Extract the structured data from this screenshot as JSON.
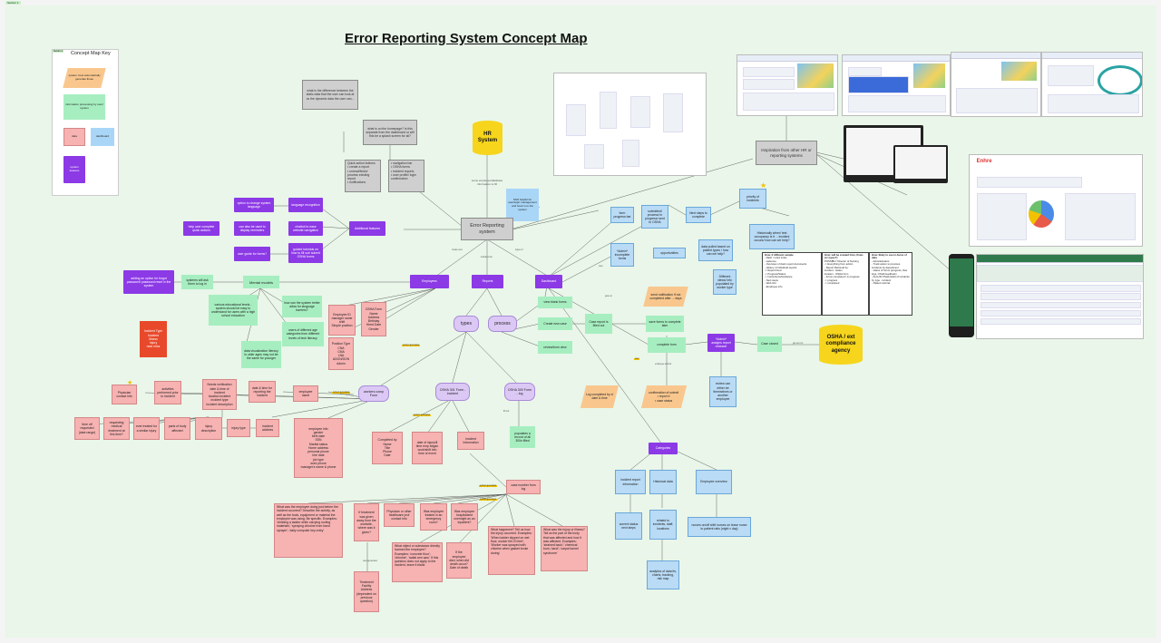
{
  "board_tag": "Section 1",
  "title": "Error Reporting System Concept Map",
  "legend": {
    "tag": "Section 1",
    "title": "Concept Map Key",
    "items": [
      {
        "text": "system must automatically generate these",
        "kind": "orange"
      },
      {
        "text": "information processing by user/ system",
        "kind": "green"
      },
      {
        "text": "data",
        "kind": "pink"
      },
      {
        "text": "dashboard",
        "kind": "blue"
      },
      {
        "text": "system features",
        "kind": "purple"
      }
    ]
  },
  "nodes": {
    "hr_system": "HR System",
    "error_system": "Error Reporting system",
    "inspiration": "Inspiration from other HR or reporting systems",
    "osha_agency": "OSHA / ext compliance agency",
    "q_static_data": "what is the difference between the static data that the user can look at vs the dynamic data the user can...",
    "q_homepage": "what is on the homepage? Is this separate from the dashboard or will this be a splash screen for all?",
    "quick_actions": "Quick action buttons\n• create a report\n• unread/finish/ process existing report\n• notifications",
    "nav_bar": "• navigation bar\n• OSHA forms\n• incident reports\n• user profile/ login confirmation",
    "sso_note": "SSO helpful for user/login management and hook in to the system",
    "employee_info_note": "some employee/database information to fill",
    "change_language": "option to change system language",
    "language_recognition": "language recognition",
    "help_quick": "help user complete quick actions",
    "reminders": "can also be used to display reminders",
    "chatbot": "chatbot to ease website navigation",
    "additional_features": "Additional features",
    "user_guide": "user guide for forms?",
    "guided_tutorials": "guided tutorials on how to fill out/ submit OSHA forms",
    "forgot_password": "adding an option for forgot password/ password reset in the system",
    "system_ask": "systems will ask them to log in",
    "mental_models": "Mental models",
    "educational_levels": "various educational levels - system should be easy to understand for users with a high school education",
    "easier_language": "how can the system better allow for language barriers?",
    "ages": "users of different age categories from different levels of tech literacy",
    "data_viz": "data visualization literacy in older ages may not be the same for younger",
    "employees": "Employees",
    "reports": "Reports",
    "dashboard": "Dashboard",
    "types": "types",
    "process": "process",
    "form_progress": "form progress bar",
    "submitted_progress": "submitted/ process/ in progress/ sent to OSHA",
    "next_steps": "Next steps to complete",
    "priority_incidents": "priority of incidents",
    "admin_incomplete": "*Admin*\nincomplete forms",
    "opportunities": "opportunities",
    "data_pulled": "data pulled based on patient types / how can we help?",
    "historically": "Historically when/ test occupancy is it ... incident occurs/ how can we help?",
    "different_views": "Different views/ info populated by worker type",
    "employee_id": "Employee ID\nmanager name\nshift\nSimple position",
    "osha_form_fields": "OSHA Form\nName\nAddress\nBirthday\nHired Date\nGender",
    "position_type": "Position Type\nCNA\nCMA\nLNA\nADON/DON\nAdmin",
    "view_blank": "view blank forms",
    "create_case": "Create new case",
    "case_report": "Case report is filled out",
    "save_forms": "save forms to complete later",
    "send_notification": "send notification if not completed after ... days",
    "review_form": "review/form view",
    "complete_form": "complete form",
    "admin_review": "*Admin*\nassigns report reviewer",
    "case_closed": "Case closed",
    "log_completed": "Log completed by x/ date & time",
    "confirmation": "confirmation of submit\n• report #\n• case status",
    "review_others": "review can either be themselves or another employee",
    "incident_type": "Incident Type\nIncident\nIllness\nInjury\nnear miss",
    "needs_verification": "Needs verification\ndate & time of incident\nlocation incident\nincident type\nincident description",
    "physician_info": "Physician contact info",
    "activities": "activities performed prior to incident",
    "date_time_report": "date & time for reporting the incident",
    "employee_name": "employee name",
    "workers_comp": "workers comp Form",
    "osha301": "OSHA 301 Form - incident",
    "osha300": "OSHA 300 Form - log",
    "populates_300a": "populates a record of all 300s filled",
    "employee_info": "employee info\ngender\nbirth date\nSSN\nMarital status\nHome address\npersonal phone\nhire date\njob type\nwork phone\nmanager's name & phone",
    "completed_by": "Completed by\nName\nTitle\nPhone\nDate",
    "date_injury": "date of injury/ill time emp began work/shift info time of event",
    "incident_information": "Incident Information",
    "time_off": "time off requested (date range)",
    "requesting_treatment": "requesting medical treatment at this time?",
    "ever_treated": "ever treated for a similar injury",
    "parts_body": "parts of body affected",
    "injury_description": "injury description",
    "injury_type": "injury type",
    "incident_address": "incident address",
    "case_number": "case number from log",
    "what_doing": "What was the employee doing just before the incident occurred? Describe the activity, as well as the tools, equipment or material the employee was using. Be specific. Examples: 'climbing a ladder while carrying roofing materials'; 'spraying chlorine from hand sprayer'; 'daily computer key-entry'",
    "treatment_away": "If treatment was given away from the worksite, where was it given?",
    "physician_contact": "Physician or other healthcare prof contact info",
    "emergency_room": "Was employee treated in an emergency room?",
    "hospitalized": "Was employee hospitalized overnight as an inpatient?",
    "what_object": "What object or substance directly harmed the employee? Examples: 'concrete floor'; 'chlorine'; 'radial arm saw.' If this question does not apply to the incident, leave it blank",
    "employee_died": "If the employee died, when did death occur? Date of death",
    "what_happened": "What happened? Tell us how the injury occurred. Examples: 'When ladder slipped on wet floor, worker fell 20 feet'; 'Worker was sprayed with chlorine when gasket broke during'",
    "what_injury": "What was the injury or illness? Tell us the part of the body that was affected and how it was affected. Examples: 'strained back'; 'chemical burn, hand'; 'carpal tunnel syndrome'",
    "treatment_facility": "Treatment Facility Address (dependent on previous question)",
    "categories": "Categories",
    "incident_report_info": "incident report information",
    "historical_data": "Historical data",
    "employee_overview": "Employee overview",
    "current_status": "current status next steps",
    "related_incidents": "related to incidents, staff, locations",
    "nurses_on_shift": "nurses on/off shift nurses on leave nurse to patient ratio (night v day)",
    "analytics": "analytics of data ifs, charts, tracking, risk map"
  },
  "notes_card": {
    "col1_title": "How: if different sample",
    "col1": "- Dash / Links Links\n- welcome\n- Overview of claim report documents\n- History of individual reports\n  -> Report fixed\n  -> Progress/Status\n  -> Instructions/Guidance\n- Next steps\n- Web info\n- Employee info",
    "col2_title": "How: will be created from, flows (or types?)",
    "col2": "POSSIBLY Director of Nursing\n-> Everything from admin\n- Report Retrieval by:\n  incident - status\n  location - OSHA form\n- forms completed / in progress\n  -> progress\n  -> completed",
    "col3_title": "How: likely to use in-focus of data",
    "col3": "- Administrators\n- Track action to previous incidents by department\n- status of forms (progress, flow logs, OSHA feedback)\n- Auto-fill OSHA fields of incidents by type - incident\n- Patient referral"
  },
  "edge_labels": {
    "create_new": "create new",
    "types_of": "types of",
    "includes_the": "includes the",
    "system_generates": "system generates",
    "fill_out": "fill out",
    "user": "user",
    "goes_to": "goes to",
    "get_sent_to": "get sent to",
    "employee_submit": "employee submit",
    "user_generates": "user generates"
  }
}
